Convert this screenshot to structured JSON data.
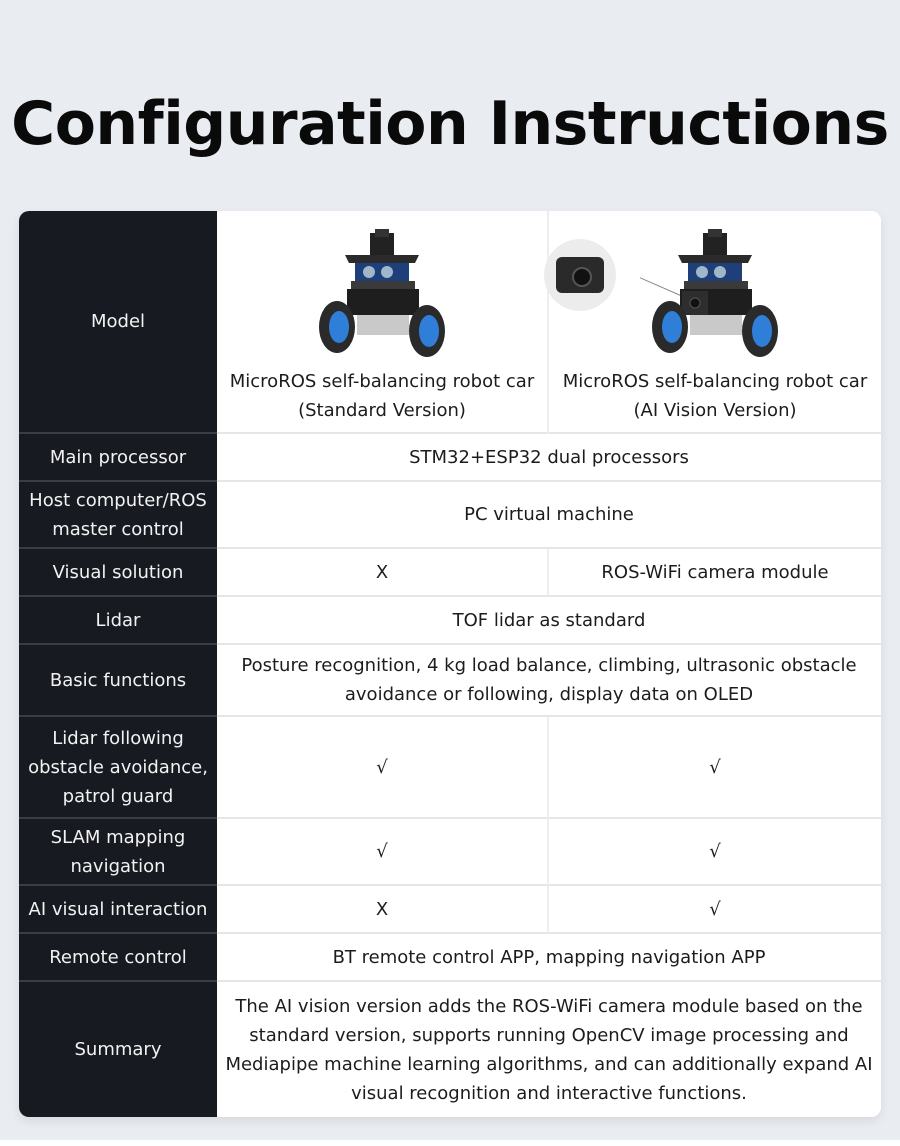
{
  "title": "Configuration Instructions",
  "colors": {
    "page_background": "#e9ecf0",
    "label_column": "#171a21",
    "label_text": "#f2f2f2",
    "cell_background": "#ffffff",
    "cell_text": "#1c1c1c",
    "wheel_accent": "#2f7fd8"
  },
  "table": {
    "model": {
      "label": "Model",
      "standard": {
        "name_line1": "MicroROS self-balancing robot car",
        "name_line2": "(Standard Version)",
        "image": "robot-car-standard"
      },
      "ai_vision": {
        "name_line1": "MicroROS self-balancing robot car",
        "name_line2": "(AI Vision Version)",
        "image": "robot-car-ai-vision",
        "inset_image": "ros-wifi-camera-module"
      }
    },
    "rows": [
      {
        "label": "Main processor",
        "value": "STM32+ESP32 dual processors"
      },
      {
        "label": "Host computer/ROS master control",
        "value": "PC virtual machine"
      },
      {
        "label": "Visual solution",
        "standard": "X",
        "ai_vision": "ROS-WiFi camera module"
      },
      {
        "label": "Lidar",
        "value": "TOF lidar as standard"
      },
      {
        "label": "Basic functions",
        "value": "Posture recognition, 4 kg load balance, climbing, ultrasonic obstacle avoidance or following, display data on OLED"
      },
      {
        "label": "Lidar following obstacle avoidance, patrol guard",
        "standard": "√",
        "ai_vision": "√"
      },
      {
        "label": "SLAM mapping navigation",
        "standard": "√",
        "ai_vision": "√"
      },
      {
        "label": "AI visual interaction",
        "standard": "X",
        "ai_vision": "√"
      },
      {
        "label": "Remote control",
        "value": "BT remote control APP, mapping navigation APP"
      },
      {
        "label": "Summary",
        "value": "The AI vision version adds the ROS-WiFi camera module based on the standard version, supports running OpenCV image processing and Mediapipe machine learning algorithms, and can additionally expand AI visual recognition and interactive functions."
      }
    ]
  }
}
